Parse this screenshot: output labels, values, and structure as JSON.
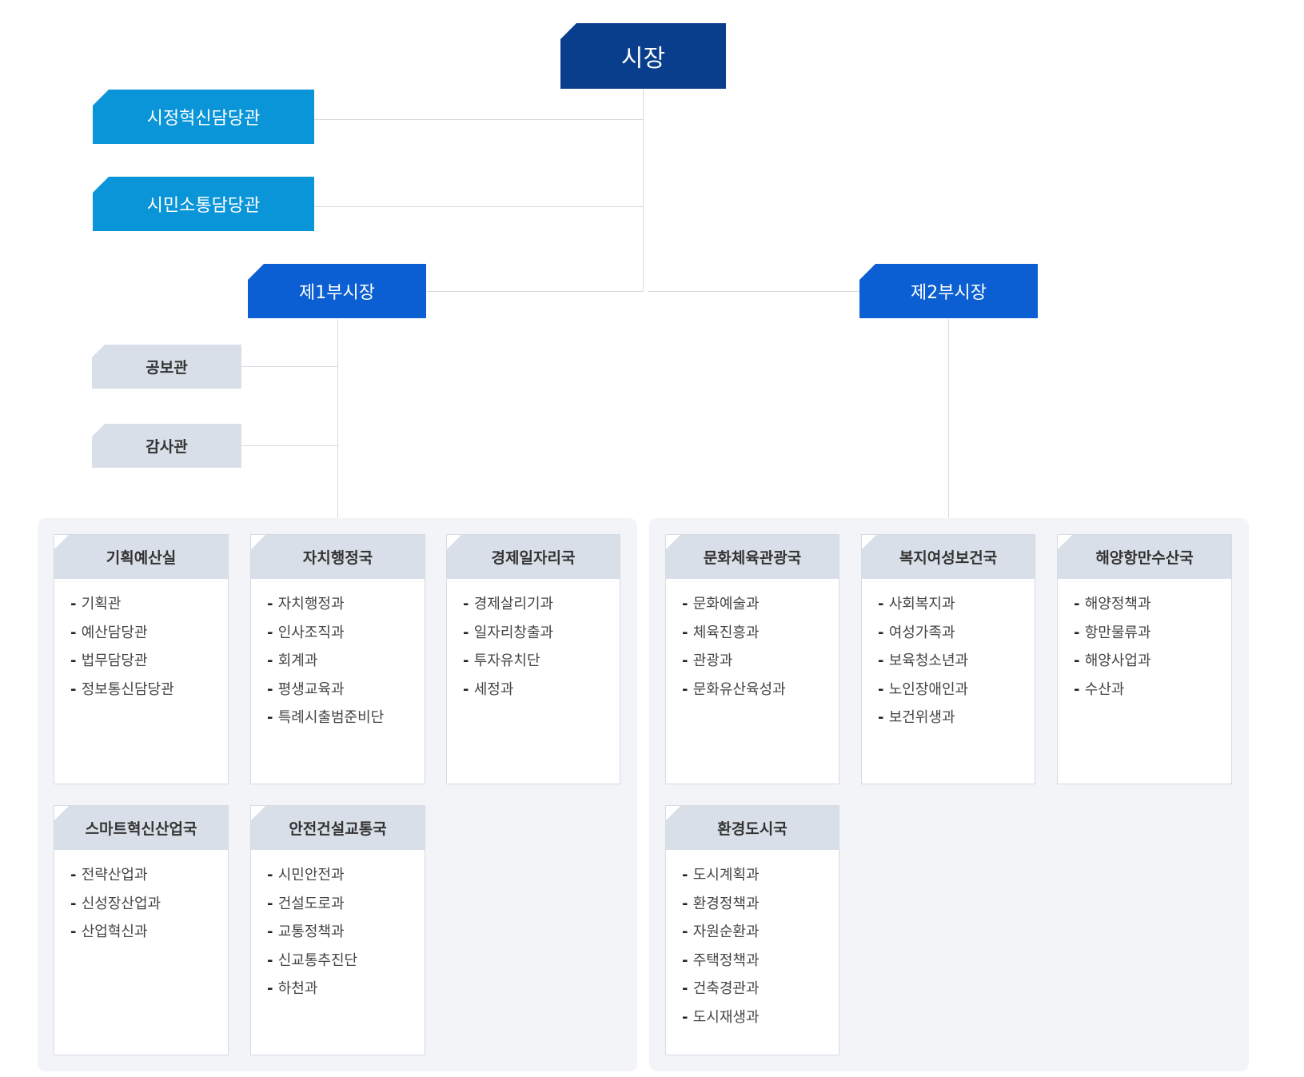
{
  "mayor": "시장",
  "aides": [
    "시정혁신담당관",
    "시민소통담당관"
  ],
  "vice_mayors": [
    "제1부시장",
    "제2부시장"
  ],
  "vice1_offices": [
    "공보관",
    "감사관"
  ],
  "bureaus": [
    {
      "title": "기획예산실",
      "items": [
        "기획관",
        "예산담당관",
        "법무담당관",
        "정보통신담당관"
      ]
    },
    {
      "title": "자치행정국",
      "items": [
        "자치행정과",
        "인사조직과",
        "회계과",
        "평생교육과",
        "특례시출범준비단"
      ]
    },
    {
      "title": "경제일자리국",
      "items": [
        "경제살리기과",
        "일자리창출과",
        "투자유치단",
        "세정과"
      ]
    },
    {
      "title": "스마트혁신산업국",
      "items": [
        "전략산업과",
        "신성장산업과",
        "산업혁신과"
      ]
    },
    {
      "title": "안전건설교통국",
      "items": [
        "시민안전과",
        "건설도로과",
        "교통정책과",
        "신교통추진단",
        "하천과"
      ]
    },
    {
      "title": "문화체육관광국",
      "items": [
        "문화예술과",
        "체육진흥과",
        "관광과",
        "문화유산육성과"
      ]
    },
    {
      "title": "복지여성보건국",
      "items": [
        "사회복지과",
        "여성가족과",
        "보육청소년과",
        "노인장애인과",
        "보건위생과"
      ]
    },
    {
      "title": "해양항만수산국",
      "items": [
        "해양정책과",
        "항만물류과",
        "해양사업과",
        "수산과"
      ]
    },
    {
      "title": "환경도시국",
      "items": [
        "도시계획과",
        "환경정책과",
        "자원순환과",
        "주택정책과",
        "건축경관과",
        "도시재생과"
      ]
    }
  ]
}
